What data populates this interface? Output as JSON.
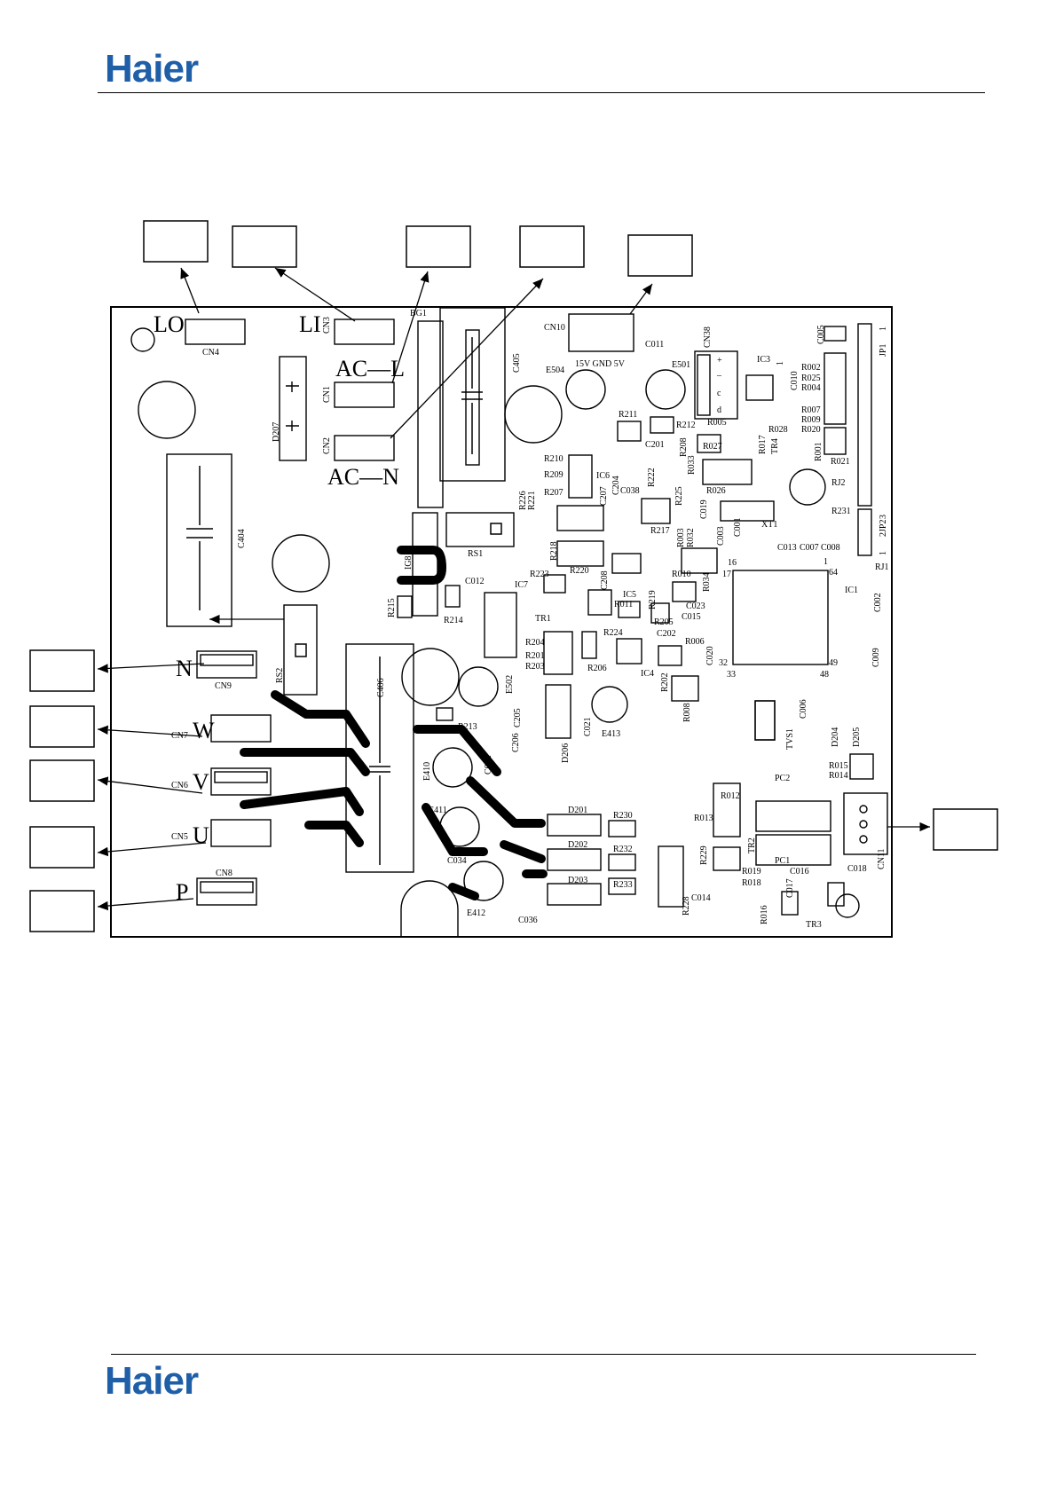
{
  "header": {
    "logo_text": "Haier"
  },
  "footer": {
    "logo_text": "Haier"
  },
  "colors": {
    "brand": "#1f5fa8",
    "ink": "#000000",
    "paper": "#ffffff"
  },
  "diagram": {
    "terminal_labels": {
      "lo": "LO",
      "li": "LI",
      "acl": "AC—L",
      "acn": "AC—N",
      "n": "N",
      "w": "W",
      "v": "V",
      "u": "U",
      "p": "P"
    },
    "cn10_pins": "15V  GND  5V",
    "components": [
      {
        "id": "cn4",
        "t": "CN4"
      },
      {
        "id": "cn3",
        "t": "CN3"
      },
      {
        "id": "bg1",
        "t": "BG1"
      },
      {
        "id": "cn1",
        "t": "CN1"
      },
      {
        "id": "cn2",
        "t": "CN2"
      },
      {
        "id": "c405",
        "t": "C405"
      },
      {
        "id": "cn10",
        "t": "CN10"
      },
      {
        "id": "cn38",
        "t": "CN38"
      },
      {
        "id": "c005",
        "t": "C005"
      },
      {
        "id": "jp1",
        "t": "JP1"
      },
      {
        "id": "jp2",
        "t": "JP2"
      },
      {
        "id": "ic3",
        "t": "IC3"
      },
      {
        "id": "c010",
        "t": "C010"
      },
      {
        "id": "r002",
        "t": "R002"
      },
      {
        "id": "r025",
        "t": "R025"
      },
      {
        "id": "r004",
        "t": "R004"
      },
      {
        "id": "r007",
        "t": "R007"
      },
      {
        "id": "r009",
        "t": "R009"
      },
      {
        "id": "r020",
        "t": "R020"
      },
      {
        "id": "r021",
        "t": "R021"
      },
      {
        "id": "r001",
        "t": "R001"
      },
      {
        "id": "rj2",
        "t": "RJ2"
      },
      {
        "id": "r231",
        "t": "R231"
      },
      {
        "id": "rj1",
        "t": "RJ1"
      },
      {
        "id": "e504",
        "t": "E504"
      },
      {
        "id": "c011",
        "t": "C011"
      },
      {
        "id": "e501",
        "t": "E501"
      },
      {
        "id": "r211",
        "t": "R211"
      },
      {
        "id": "r212",
        "t": "R212"
      },
      {
        "id": "c201",
        "t": "C201"
      },
      {
        "id": "r208",
        "t": "R208"
      },
      {
        "id": "r005",
        "t": "R005"
      },
      {
        "id": "r028",
        "t": "R028"
      },
      {
        "id": "r027",
        "t": "R027"
      },
      {
        "id": "r017",
        "t": "R017"
      },
      {
        "id": "tr4",
        "t": "TR4"
      },
      {
        "id": "r033",
        "t": "R033"
      },
      {
        "id": "r026",
        "t": "R026"
      },
      {
        "id": "xt1",
        "t": "XT1"
      },
      {
        "id": "r210",
        "t": "R210"
      },
      {
        "id": "r209",
        "t": "R209"
      },
      {
        "id": "r207",
        "t": "R207"
      },
      {
        "id": "ic6",
        "t": "IC6"
      },
      {
        "id": "c204",
        "t": "C204"
      },
      {
        "id": "c207",
        "t": "C207"
      },
      {
        "id": "c038",
        "t": "C038"
      },
      {
        "id": "r222",
        "t": "R222"
      },
      {
        "id": "r225",
        "t": "R225"
      },
      {
        "id": "c019",
        "t": "C019"
      },
      {
        "id": "r226",
        "t": "R226"
      },
      {
        "id": "r221",
        "t": "R221"
      },
      {
        "id": "r217",
        "t": "R217"
      },
      {
        "id": "r003",
        "t": "R003"
      },
      {
        "id": "r032",
        "t": "R032"
      },
      {
        "id": "c003",
        "t": "C003"
      },
      {
        "id": "c001",
        "t": "C001"
      },
      {
        "id": "c013",
        "t": "C013"
      },
      {
        "id": "c007",
        "t": "C007"
      },
      {
        "id": "c008",
        "t": "C008"
      },
      {
        "id": "d207",
        "t": "D207"
      },
      {
        "id": "c404",
        "t": "C404"
      },
      {
        "id": "ig8",
        "t": "IG8"
      },
      {
        "id": "rs1",
        "t": "RS1"
      },
      {
        "id": "r218",
        "t": "R218"
      },
      {
        "id": "r220",
        "t": "R220"
      },
      {
        "id": "c208",
        "t": "C208"
      },
      {
        "id": "r223",
        "t": "R223"
      },
      {
        "id": "c012",
        "t": "C012"
      },
      {
        "id": "ic7",
        "t": "IC7"
      },
      {
        "id": "r215",
        "t": "R215"
      },
      {
        "id": "r214",
        "t": "R214"
      },
      {
        "id": "tr1",
        "t": "TR1"
      },
      {
        "id": "ic5",
        "t": "IC5"
      },
      {
        "id": "r011",
        "t": "R011"
      },
      {
        "id": "r219",
        "t": "R219"
      },
      {
        "id": "r010",
        "t": "R010"
      },
      {
        "id": "r034",
        "t": "R034"
      },
      {
        "id": "c023",
        "t": "C023"
      },
      {
        "id": "c015",
        "t": "C015"
      },
      {
        "id": "r205",
        "t": "R205"
      },
      {
        "id": "r224",
        "t": "R224"
      },
      {
        "id": "c202",
        "t": "C202"
      },
      {
        "id": "r006",
        "t": "R006"
      },
      {
        "id": "c020",
        "t": "C020"
      },
      {
        "id": "ic4",
        "t": "IC4"
      },
      {
        "id": "r202",
        "t": "R202"
      },
      {
        "id": "r008",
        "t": "R008"
      },
      {
        "id": "ic1",
        "t": "IC1"
      },
      {
        "id": "c002",
        "t": "C002"
      },
      {
        "id": "c009",
        "t": "C009"
      },
      {
        "id": "r204",
        "t": "R204"
      },
      {
        "id": "r201",
        "t": "R201"
      },
      {
        "id": "r203",
        "t": "R203"
      },
      {
        "id": "r206",
        "t": "R206"
      },
      {
        "id": "cn9",
        "t": "CN9"
      },
      {
        "id": "rs2",
        "t": "RS2"
      },
      {
        "id": "c406",
        "t": "C406"
      },
      {
        "id": "e502",
        "t": "E502"
      },
      {
        "id": "r213",
        "t": "R213"
      },
      {
        "id": "c205",
        "t": "C205"
      },
      {
        "id": "c206",
        "t": "C206"
      },
      {
        "id": "d206",
        "t": "D206"
      },
      {
        "id": "c021",
        "t": "C021"
      },
      {
        "id": "e413",
        "t": "E413"
      },
      {
        "id": "cn7",
        "t": "CN7"
      },
      {
        "id": "e410",
        "t": "E410"
      },
      {
        "id": "c032",
        "t": "C032"
      },
      {
        "id": "cn6",
        "t": "CN6"
      },
      {
        "id": "e411",
        "t": "E411"
      },
      {
        "id": "c034",
        "t": "C034"
      },
      {
        "id": "d201",
        "t": "D201"
      },
      {
        "id": "r230",
        "t": "R230"
      },
      {
        "id": "d202",
        "t": "D202"
      },
      {
        "id": "r232",
        "t": "R232"
      },
      {
        "id": "d203",
        "t": "D203"
      },
      {
        "id": "r233",
        "t": "R233"
      },
      {
        "id": "cn5",
        "t": "CN5"
      },
      {
        "id": "cn8",
        "t": "CN8"
      },
      {
        "id": "e412",
        "t": "E412"
      },
      {
        "id": "c036",
        "t": "C036"
      },
      {
        "id": "c006",
        "t": "C006"
      },
      {
        "id": "tvs1",
        "t": "TVS1"
      },
      {
        "id": "d204",
        "t": "D204"
      },
      {
        "id": "d205",
        "t": "D205"
      },
      {
        "id": "r015",
        "t": "R015"
      },
      {
        "id": "r014",
        "t": "R014"
      },
      {
        "id": "pc2",
        "t": "PC2"
      },
      {
        "id": "pc1",
        "t": "PC1"
      },
      {
        "id": "r012",
        "t": "R012"
      },
      {
        "id": "r013",
        "t": "R013"
      },
      {
        "id": "tr2",
        "t": "TR2"
      },
      {
        "id": "r229",
        "t": "R229"
      },
      {
        "id": "r019",
        "t": "R019"
      },
      {
        "id": "r018",
        "t": "R018"
      },
      {
        "id": "c014",
        "t": "C014"
      },
      {
        "id": "r228",
        "t": "R228"
      },
      {
        "id": "c016",
        "t": "C016"
      },
      {
        "id": "c017",
        "t": "C017"
      },
      {
        "id": "r016",
        "t": "R016"
      },
      {
        "id": "tr3",
        "t": "TR3"
      },
      {
        "id": "c018",
        "t": "C018"
      },
      {
        "id": "cn11",
        "t": "CN11"
      }
    ],
    "pins": [
      {
        "id": "p1",
        "t": "1"
      },
      {
        "id": "p16",
        "t": "16"
      },
      {
        "id": "p17",
        "t": "17"
      },
      {
        "id": "p64",
        "t": "64"
      },
      {
        "id": "p32",
        "t": "32"
      },
      {
        "id": "p33",
        "t": "33"
      },
      {
        "id": "p49",
        "t": "49"
      },
      {
        "id": "p48",
        "t": "48"
      },
      {
        "id": "jp1n",
        "t": "1"
      },
      {
        "id": "jp2n1",
        "t": "1"
      },
      {
        "id": "jp2n2",
        "t": "2"
      },
      {
        "id": "jp2n3",
        "t": "3"
      },
      {
        "id": "cn38p",
        "t": "+"
      },
      {
        "id": "cn38m",
        "t": "–"
      },
      {
        "id": "cn38c",
        "t": "c"
      },
      {
        "id": "cn38d",
        "t": "d"
      },
      {
        "id": "ic3n",
        "t": "1"
      }
    ]
  }
}
